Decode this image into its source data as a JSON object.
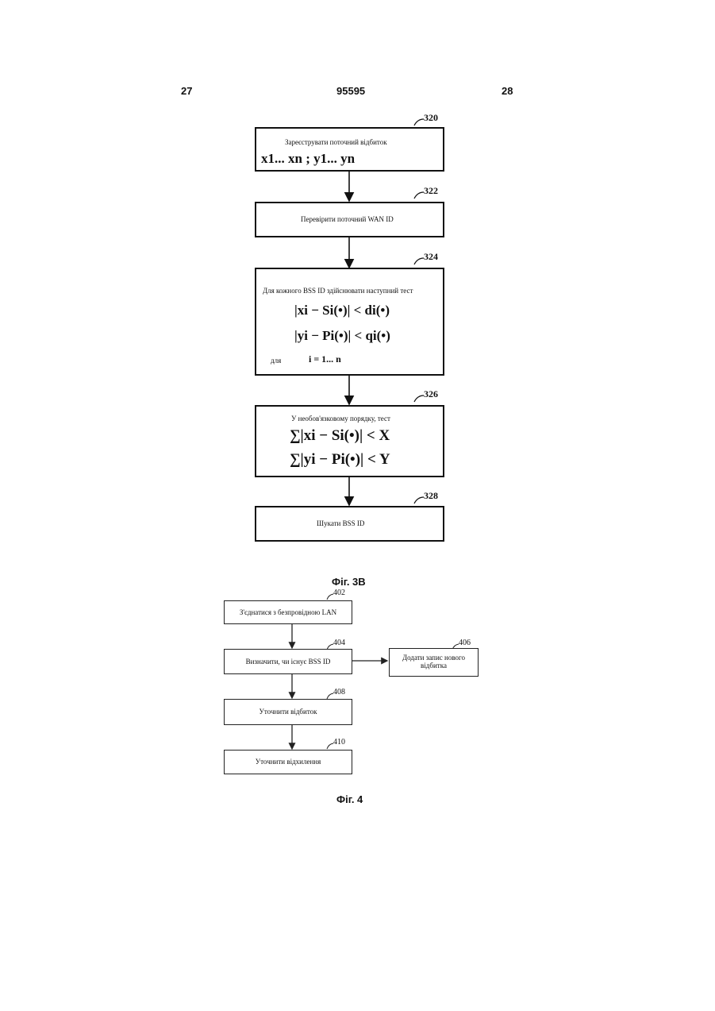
{
  "header": {
    "left_page": "27",
    "doc_number": "95595",
    "right_page": "28"
  },
  "fig3b": {
    "caption": "Фіг. 3B",
    "steps": [
      {
        "ref": "320",
        "label": "Зареєструвати поточний відбиток",
        "formula": "x1... xn ; y1... yn"
      },
      {
        "ref": "322",
        "label": "Перевірити поточний WAN ID"
      },
      {
        "ref": "324",
        "label": "Для кожного BSS ID здійснювати наступний тест",
        "formula1": "|xi − Si(•)|  < di(•)",
        "formula2": "|yi − Pi(•)|  < qi(•)",
        "range_prefix": "для",
        "range": "i = 1... n"
      },
      {
        "ref": "326",
        "label": "У необов'язковому порядку, тест",
        "formula1": "∑|xi − Si(•)|  < X",
        "formula2": "∑|yi − Pi(•)|  < Y"
      },
      {
        "ref": "328",
        "label": "Шукати BSS ID"
      }
    ]
  },
  "fig4": {
    "caption": "Фіг. 4",
    "steps": [
      {
        "ref": "402",
        "label": "З'єднатися з безпровідною LAN"
      },
      {
        "ref": "404",
        "label": "Визначити, чи існує BSS ID"
      },
      {
        "ref": "406",
        "label": "Додати запис нового відбитка"
      },
      {
        "ref": "408",
        "label": "Уточнити відбиток"
      },
      {
        "ref": "410",
        "label": "Уточнити відхилення"
      }
    ]
  }
}
